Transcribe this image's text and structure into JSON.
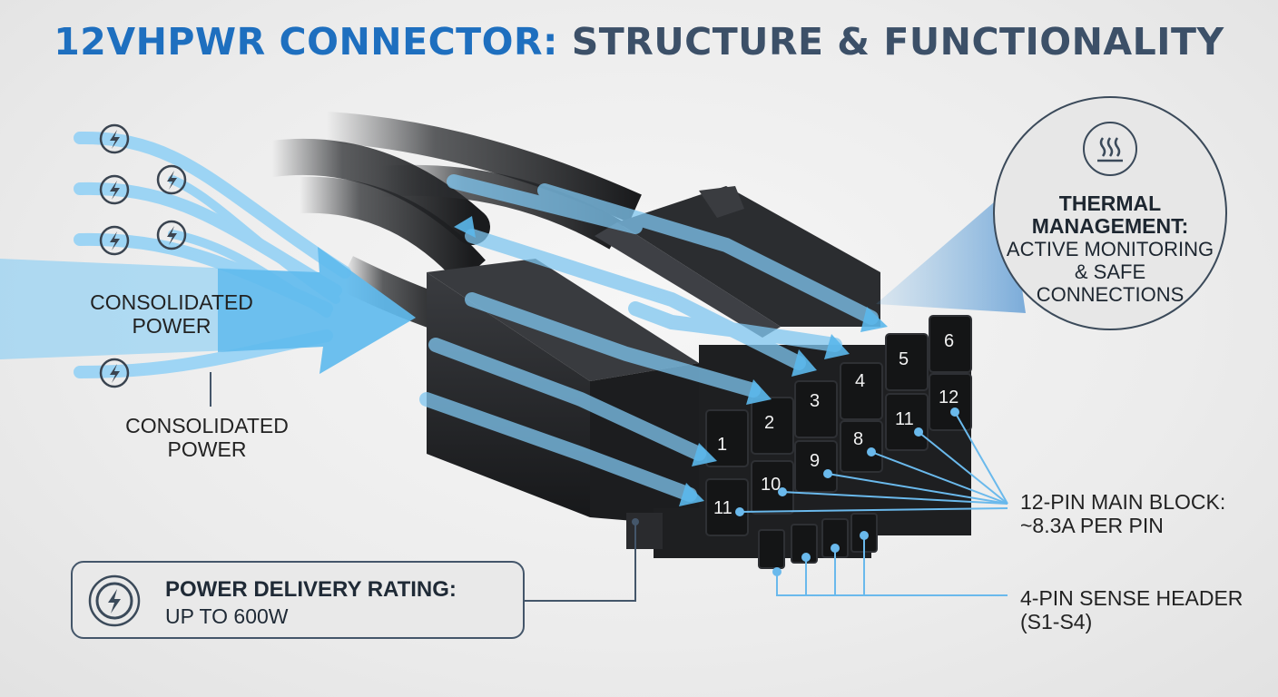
{
  "title": {
    "part1": "12VHPWR CONNECTOR:",
    "part2": "STRUCTURE & FUNCTIONALITY"
  },
  "labels": {
    "consolidated_power_upper": "CONSOLIDATED POWER",
    "consolidated_power_lower": "CONSOLIDATED POWER",
    "main_block_line1": "12-PIN MAIN BLOCK:",
    "main_block_line2": "~8.3A PER PIN",
    "sense_header_line1": "4-PIN SENSE HEADER",
    "sense_header_line2": "(S1-S4)"
  },
  "thermal": {
    "icon": "heat-waves-icon",
    "heading_line1": "THERMAL",
    "heading_line2": "MANAGEMENT:",
    "body_line1": "ACTIVE MONITORING",
    "body_line2": "& SAFE",
    "body_line3": "CONNECTIONS"
  },
  "rating": {
    "icon": "lightning-bolt-icon",
    "heading": "POWER DELIVERY RATING:",
    "value": "UP TO 600W"
  },
  "pins": {
    "top_row": [
      "1",
      "2",
      "3",
      "4",
      "5",
      "6"
    ],
    "bottom_row": [
      "11",
      "10",
      "9",
      "8",
      "11",
      "12"
    ]
  },
  "colors": {
    "title_accent": "#1e6fbf",
    "title_dark": "#3c5068",
    "flow_blue": "#5bb8ec",
    "connector": "#1e1f21"
  }
}
